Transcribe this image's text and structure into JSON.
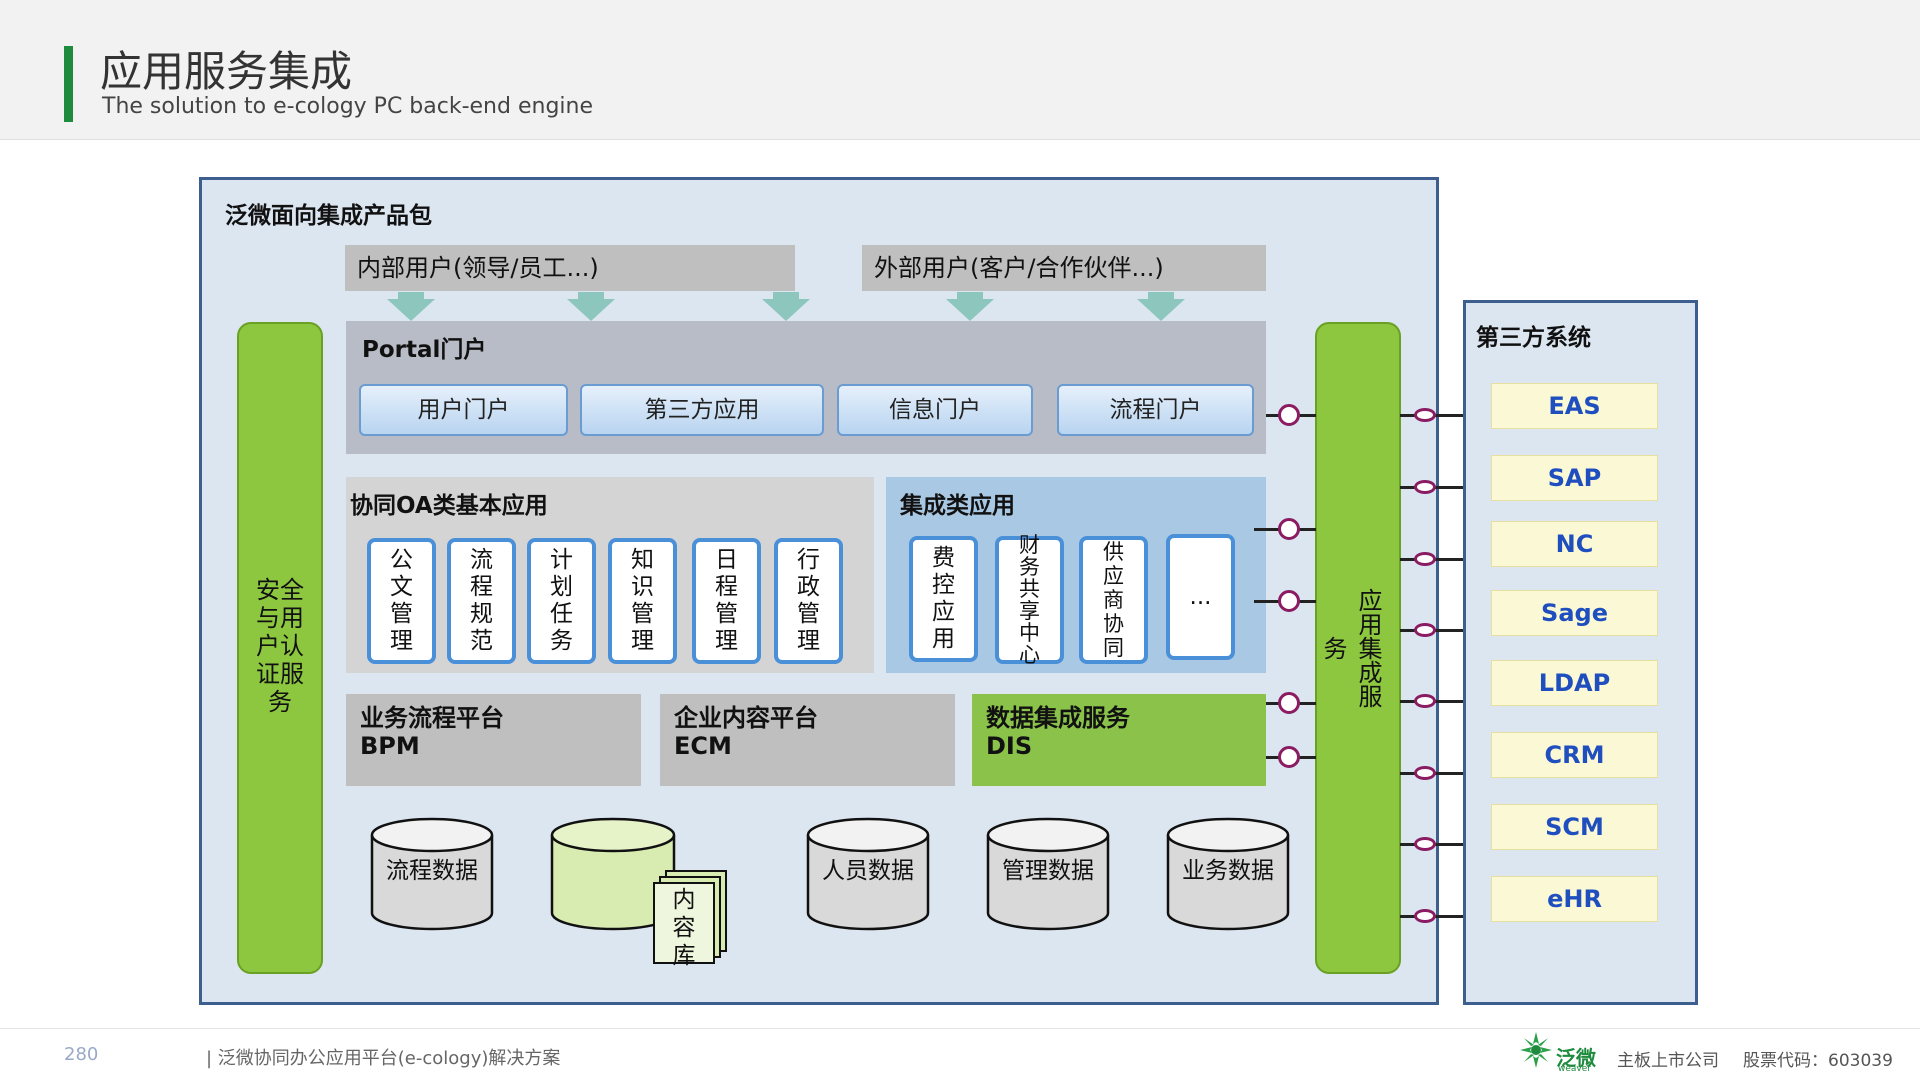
{
  "header": {
    "title": "应用服务集成",
    "subtitle": "The solution to e-cology PC back-end engine"
  },
  "package": {
    "title": "泛微面向集成产品包",
    "internal_users": "内部用户(领导/员工...)",
    "external_users": "外部用户(客户/合作伙伴...)",
    "portal": {
      "title": "Portal门户",
      "buttons": [
        "用户门户",
        "第三方应用",
        "信息门户",
        "流程门户"
      ]
    },
    "oa": {
      "title": "协同OA类基本应用",
      "apps": [
        "公文管理",
        "流程规范",
        "计划任务",
        "知识管理",
        "日程管理",
        "行政管理"
      ]
    },
    "integration": {
      "title": "集成类应用",
      "apps": [
        "费控应用",
        "财务共享中心",
        "供应商协同",
        "..."
      ]
    },
    "platforms": {
      "bpm": {
        "line1": "业务流程平台",
        "line2": "BPM"
      },
      "ecm": {
        "line1": "企业内容平台",
        "line2": "ECM"
      },
      "dis": {
        "line1": "数据集成服务",
        "line2": "DIS"
      }
    },
    "security": "安全与用户认证服务",
    "app_integration": "应用集成服务",
    "databases": {
      "process": "流程数据",
      "content": "内容库",
      "personnel": "人员数据",
      "management": "管理数据",
      "business": "业务数据"
    }
  },
  "third_party": {
    "title": "第三方系统",
    "items": [
      "EAS",
      "SAP",
      "NC",
      "Sage",
      "LDAP",
      "CRM",
      "SCM",
      "eHR"
    ]
  },
  "footer": {
    "page_number": "280",
    "text": "| 泛微协同办公应用平台(e-cology)解决方案",
    "logo_text": "泛微",
    "logo_sub": "weaver",
    "listed": "主板上市公司",
    "stock_code": "股票代码：603039"
  },
  "colors": {
    "accent_green": "#1e8b3e",
    "bar_green": "#8dc63f",
    "frame_blue": "#3d5f8f",
    "third_party_text": "#1f4fbf",
    "connector": "#8a1c62"
  }
}
